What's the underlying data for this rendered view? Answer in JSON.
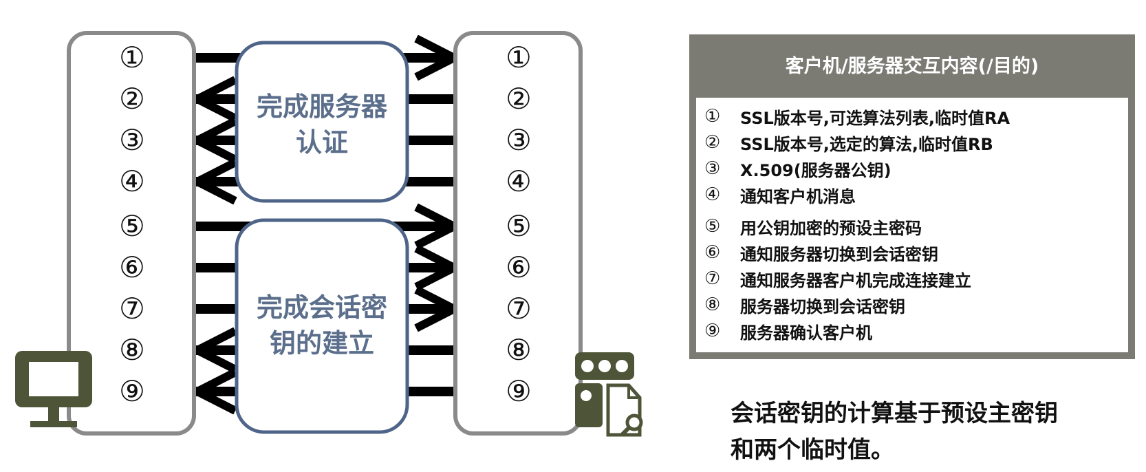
{
  "client_numbers": [
    "①",
    "②",
    "③",
    "④",
    "⑤",
    "⑥",
    "⑦",
    "⑧",
    "⑨"
  ],
  "server_numbers": [
    "①",
    "②",
    "③",
    "④",
    "⑤",
    "⑥",
    "⑦",
    "⑧",
    "⑨"
  ],
  "phases": {
    "auth": [
      "完成服务器",
      "认证"
    ],
    "session": [
      "完成会话密",
      "钥的建立"
    ]
  },
  "messages": [
    {
      "dir": "to_server"
    },
    {
      "dir": "to_client"
    },
    {
      "dir": "to_client"
    },
    {
      "dir": "to_client"
    },
    {
      "dir": "to_server"
    },
    {
      "dir": "to_server"
    },
    {
      "dir": "to_server"
    },
    {
      "dir": "to_client"
    },
    {
      "dir": "to_client"
    }
  ],
  "legend": {
    "title": "客户机/服务器交互内容(/目的)",
    "items": [
      {
        "num": "①",
        "text": "SSL版本号,可选算法列表,临时值RA"
      },
      {
        "num": "②",
        "text": "SSL版本号,选定的算法,临时值RB"
      },
      {
        "num": "③",
        "text": "X.509(服务器公钥)"
      },
      {
        "num": "④",
        "text": "通知客户机消息"
      },
      {
        "num": "⑤",
        "text": "用公钥加密的预设主密码"
      },
      {
        "num": "⑥",
        "text": "通知服务器切换到会话密钥"
      },
      {
        "num": "⑦",
        "text": "通知服务器客户机完成连接建立"
      },
      {
        "num": "⑧",
        "text": "服务器切换到会话密钥"
      },
      {
        "num": "⑨",
        "text": "服务器确认客户机"
      }
    ]
  },
  "note": [
    "会话密钥的计算基于预设主密钥",
    "和两个临时值。"
  ],
  "colors": {
    "panel_border": "#8a8a8a",
    "phase_border": "#4f6489",
    "phase_text": "#5b6f8c",
    "arrow": "#000000",
    "icon": "#4e5437",
    "legend_header": "#7b7b74"
  },
  "icons": {
    "client": "computer-monitor-icon",
    "server": "server-document-search-icon"
  }
}
